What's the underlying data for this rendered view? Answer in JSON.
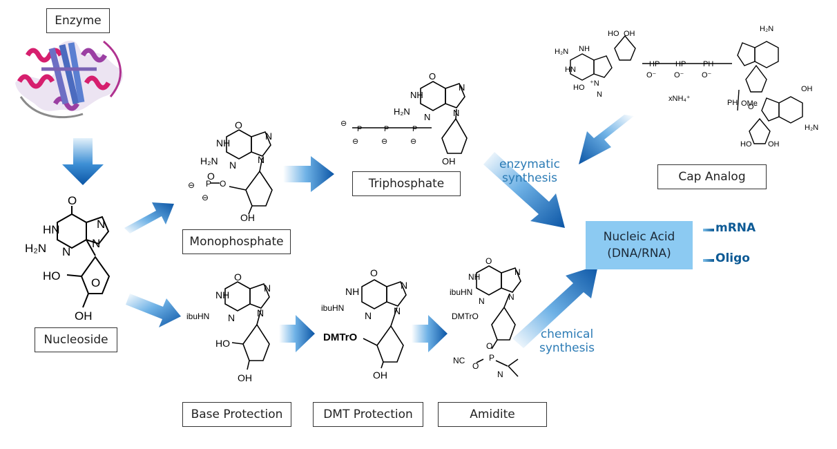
{
  "labels": {
    "enzyme": "Enzyme",
    "nucleoside": "Nucleoside",
    "monophosphate": "Monophosphate",
    "triphosphate": "Triphosphate",
    "base_protection": "Base Protection",
    "dmt_protection": "DMT Protection",
    "amidite": "Amidite",
    "cap_analog": "Cap Analog",
    "nucleic_acid_line1": "Nucleic Acid",
    "nucleic_acid_line2": "(DNA/RNA)",
    "enzymatic_line1": "enzymatic",
    "enzymatic_line2": "synthesis",
    "chemical_line1": "chemical",
    "chemical_line2": "synthesis"
  },
  "outputs": [
    "mRNA",
    "Oligo"
  ],
  "chem": {
    "NH": "NH",
    "N": "N",
    "O": "O",
    "OH": "OH",
    "HO": "HO",
    "H2N": "H₂N",
    "HN": "HN",
    "ibuHN": "ibuHN",
    "DMTrO": "DMTrO",
    "NC": "NC",
    "P": "P",
    "Ominus": "O⁻",
    "OMe": "OMe",
    "xNH4": "xNH₄⁺",
    "minus": "⊖",
    "plusN": "⁺N",
    "PH": "PH",
    "HP": "HP"
  },
  "colors": {
    "arrow_dark": "#0a5aa8",
    "arrow_light": "#d8ecfa",
    "accent": "#8ccaf2",
    "text_blue": "#2b7bb5"
  }
}
